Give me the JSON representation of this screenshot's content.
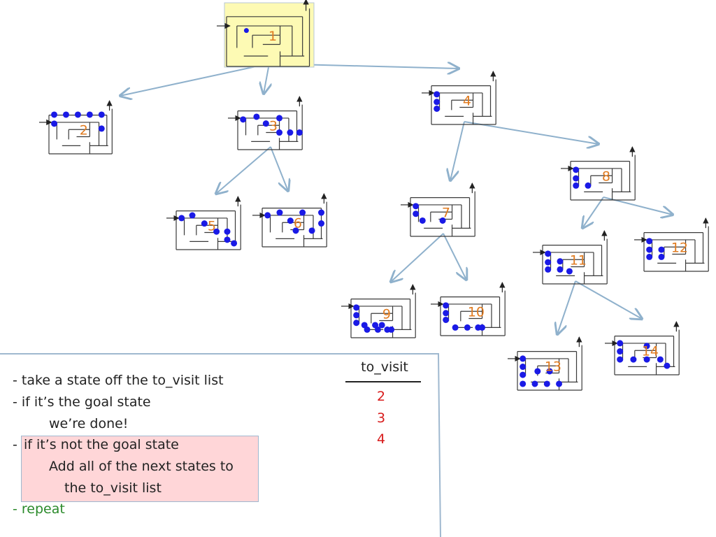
{
  "colors": {
    "arrow": "#8fb1cc",
    "maze_line": "#3a3a3a",
    "dot": "#1a1ae6",
    "label": "#e07b20",
    "current_highlight": "#fdfab4",
    "queue_text": "#d81b1b",
    "repeat_text": "#2a8a2a",
    "box_highlight": "#ffd6d8"
  },
  "tree": {
    "current_node": "1",
    "nodes": [
      {
        "id": "1",
        "label": "1"
      },
      {
        "id": "2",
        "label": "2"
      },
      {
        "id": "3",
        "label": "3"
      },
      {
        "id": "4",
        "label": "4"
      },
      {
        "id": "5",
        "label": "5"
      },
      {
        "id": "6",
        "label": "6"
      },
      {
        "id": "7",
        "label": "7"
      },
      {
        "id": "8",
        "label": "8"
      },
      {
        "id": "9",
        "label": "9"
      },
      {
        "id": "10",
        "label": "10"
      },
      {
        "id": "11",
        "label": "11"
      },
      {
        "id": "12",
        "label": "12"
      },
      {
        "id": "13",
        "label": "13"
      },
      {
        "id": "14",
        "label": "14"
      }
    ],
    "edges": [
      [
        "1",
        "2"
      ],
      [
        "1",
        "3"
      ],
      [
        "1",
        "4"
      ],
      [
        "3",
        "5"
      ],
      [
        "3",
        "6"
      ],
      [
        "4",
        "7"
      ],
      [
        "4",
        "8"
      ],
      [
        "7",
        "9"
      ],
      [
        "7",
        "10"
      ],
      [
        "8",
        "11"
      ],
      [
        "8",
        "12"
      ],
      [
        "11",
        "13"
      ],
      [
        "11",
        "14"
      ]
    ]
  },
  "algorithm": {
    "step1": "- take a state off the to_visit list",
    "step2": "- if it’s the goal state",
    "step2_sub": "we’re done!",
    "step3_dash": "-",
    "step3": "if it’s not the goal state",
    "step3_sub1": "Add all of the next states to",
    "step3_sub2": "the to_visit list",
    "step4": "- repeat"
  },
  "to_visit": {
    "title": "to_visit",
    "items": [
      "2",
      "3",
      "4"
    ]
  }
}
